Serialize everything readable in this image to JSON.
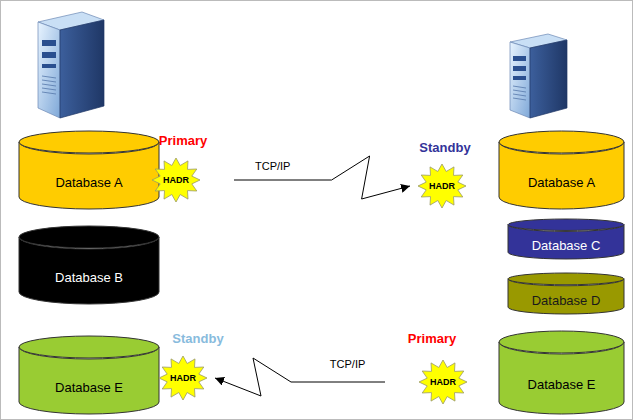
{
  "diagram": {
    "nodes": [
      {
        "text": [
          "Database A"
        ]
      },
      {
        "text": [
          "Primary",
          "HADR"
        ]
      },
      {
        "text": [
          "Standby",
          "HADR"
        ]
      },
      {
        "text": [
          "Database A"
        ]
      },
      {
        "text": [
          "Database B"
        ]
      },
      {
        "text": [
          "Database C"
        ]
      },
      {
        "text": [
          "Database D"
        ]
      },
      {
        "text": [
          "Database E"
        ]
      },
      {
        "text": [
          "Standby",
          "HADR"
        ]
      },
      {
        "text": [
          "Primary",
          "HADR"
        ]
      },
      {
        "text": [
          "Database E"
        ]
      }
    ],
    "edges": [
      {
        "from": 1,
        "to": 2,
        "arrow": "to",
        "label": "TCP/IP"
      },
      {
        "from": 9,
        "to": 8,
        "arrow": "to",
        "label": "TCP/IP"
      }
    ]
  }
}
